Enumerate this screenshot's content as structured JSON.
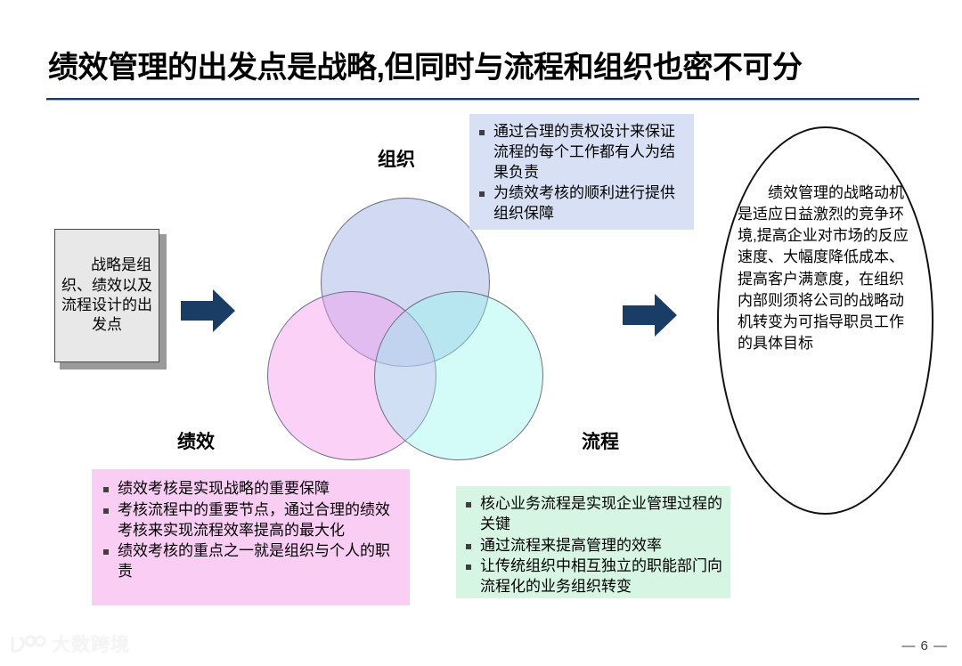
{
  "slide": {
    "title": "绩效管理的出发点是战略,但同时与流程和组织也密不可分",
    "page_number": "— 6 —",
    "watermark": "大数跨境"
  },
  "left_box": {
    "text": "战略是组织、绩效以及流程设计的出发点"
  },
  "venn": {
    "organization": {
      "label": "组织",
      "color": "#96aae1"
    },
    "performance": {
      "label": "绩效",
      "color": "#f796f0"
    },
    "process": {
      "label": "流程",
      "color": "#91f4ee"
    }
  },
  "callouts": {
    "organization": {
      "background": "#d7e0f5",
      "bullets": [
        "通过合理的责权设计来保证流程的每个工作都有人为结果负责",
        "为绩效考核的顺利进行提供组织保障"
      ]
    },
    "performance": {
      "background": "#f9cdf4",
      "bullets": [
        "绩效考核是实现战略的重要保障",
        "考核流程中的重要节点，通过合理的绩效考核来实现流程效率提高的最大化",
        "绩效考核的重点之一就是组织与个人的职责"
      ]
    },
    "process": {
      "background": "#d6f5e3",
      "bullets": [
        "核心业务流程是实现企业管理过程的关键",
        "通过流程来提高管理的效率",
        "让传统组织中相互独立的职能部门向流程化的业务组织转变"
      ]
    }
  },
  "ellipse": {
    "text": "绩效管理的战略动机是适应日益激烈的竞争环境,提高企业对市场的反应速度、大幅度降低成本、提高客户满意度，在组织内部则须将公司的战略动机转变为可指导职员工作的具体目标"
  },
  "arrows": {
    "color": "#1a3d66",
    "count": 2
  }
}
